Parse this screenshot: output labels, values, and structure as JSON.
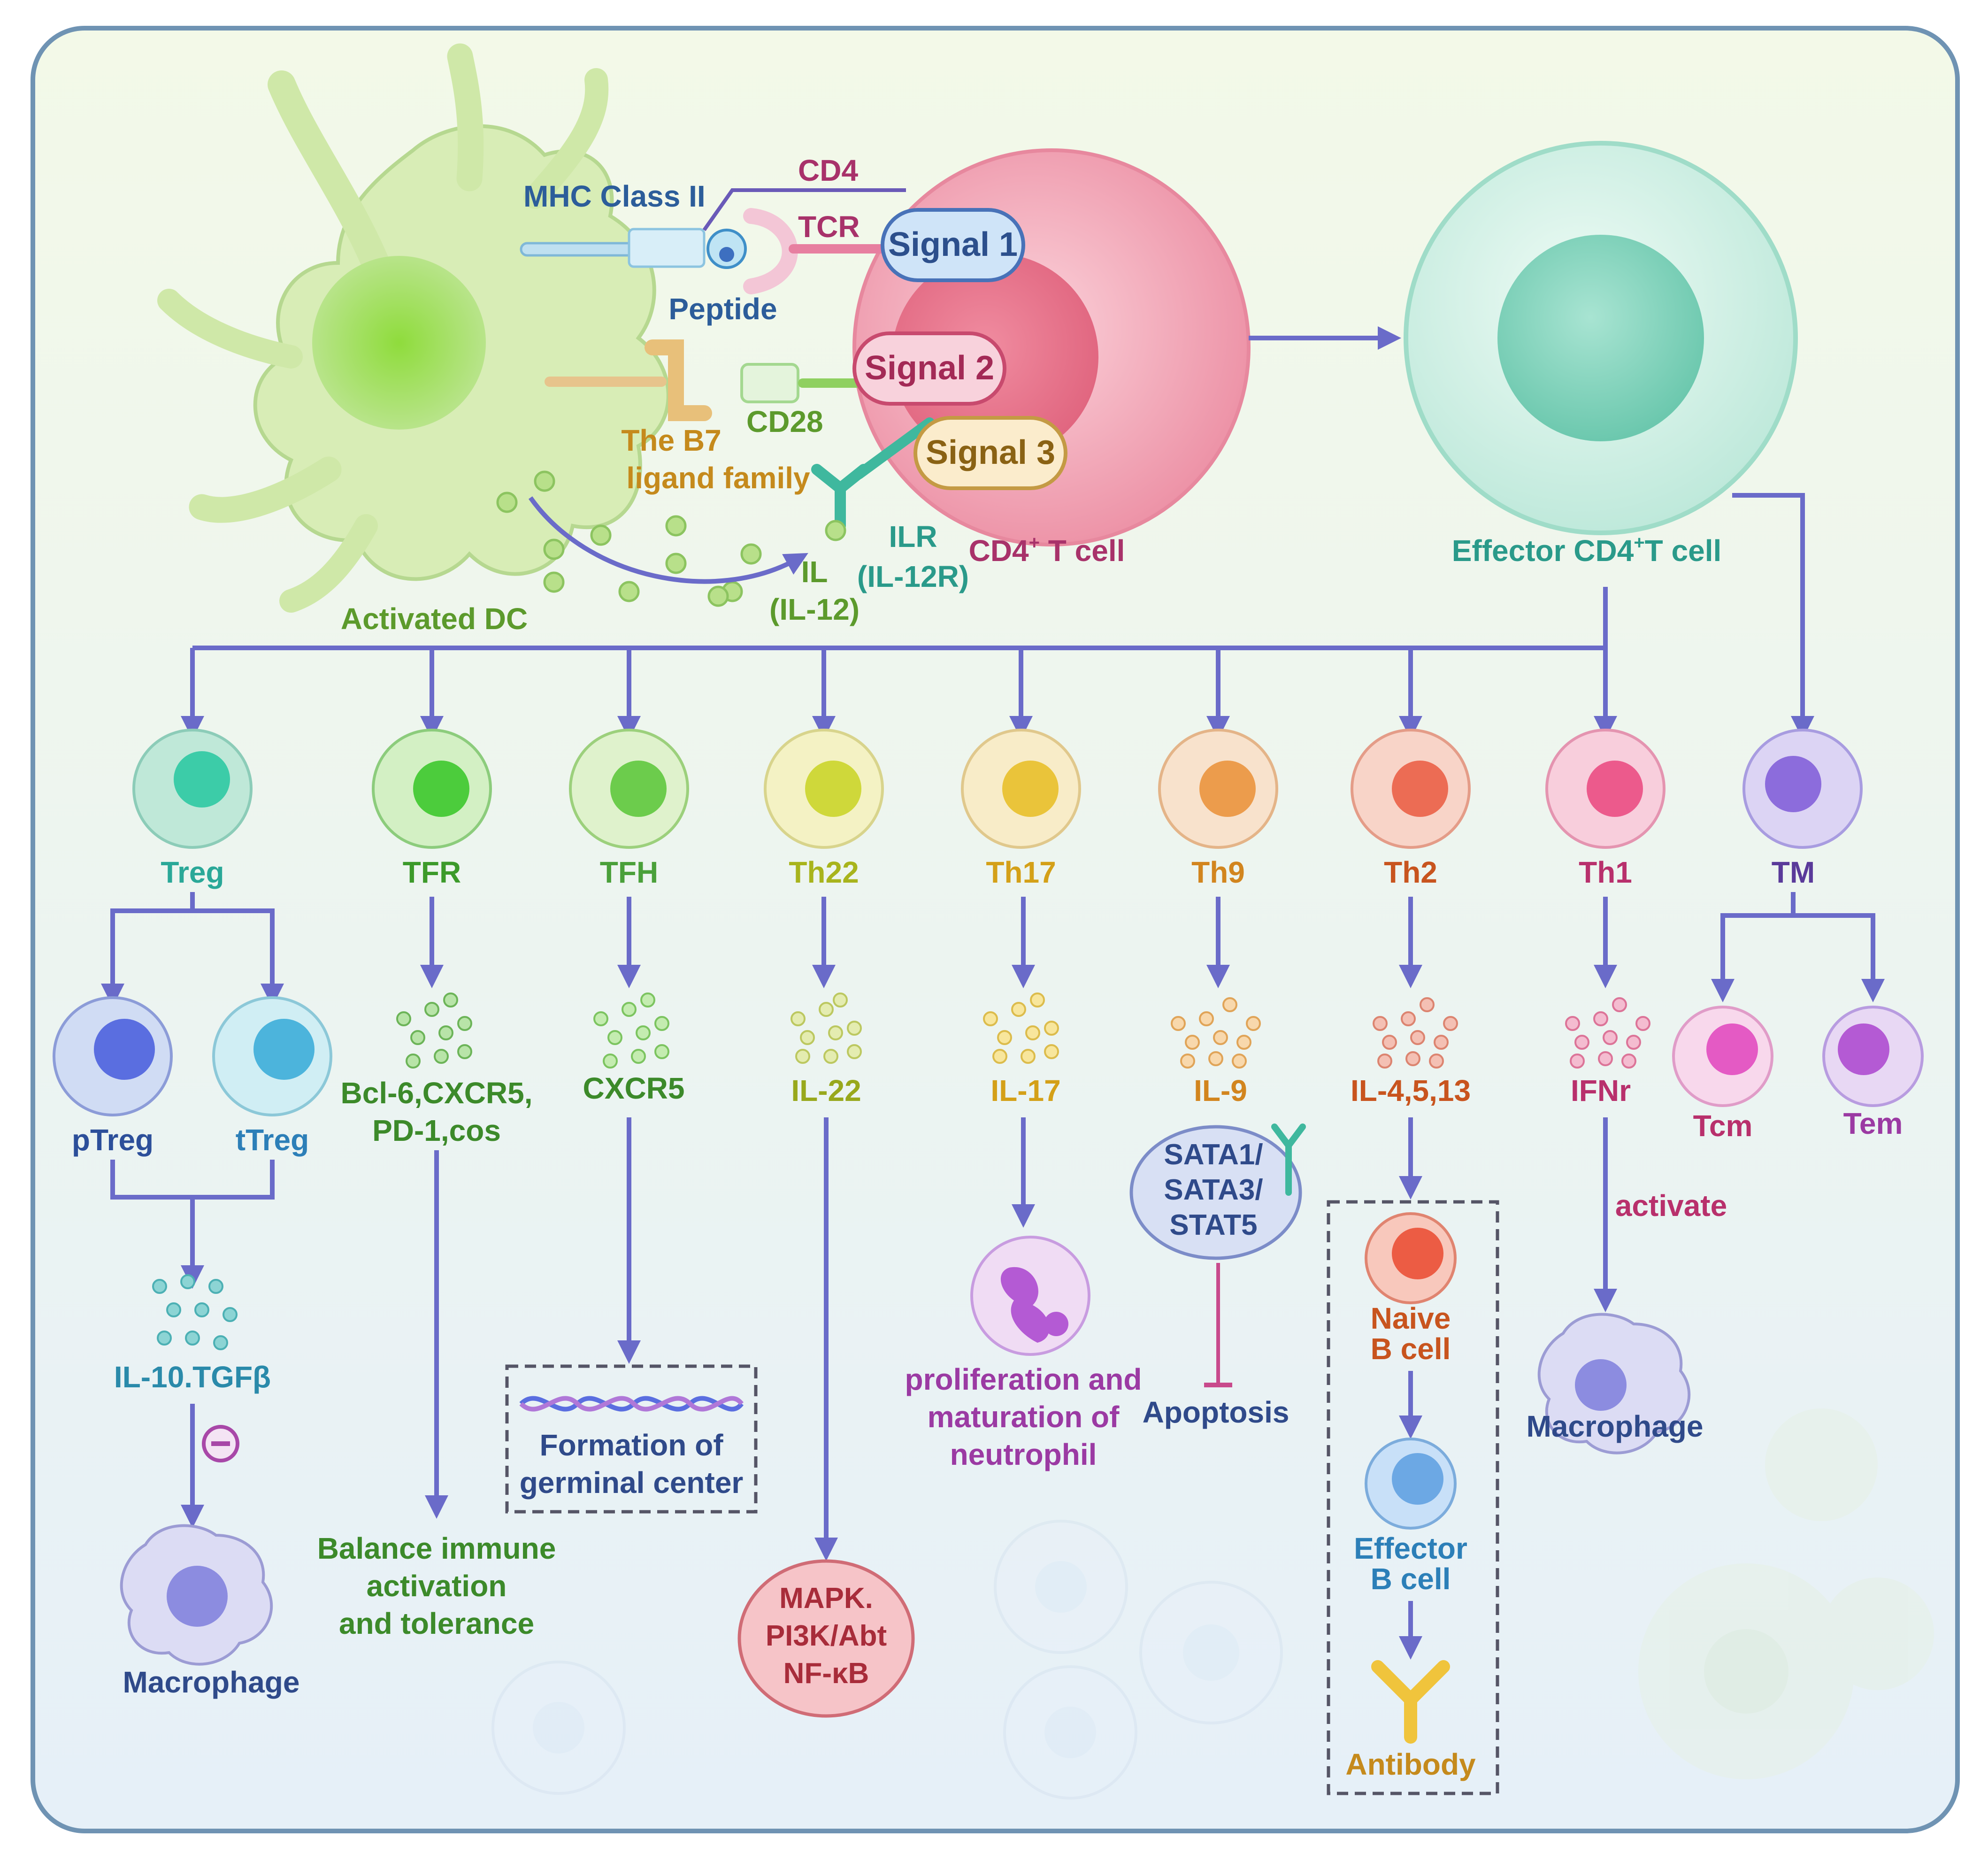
{
  "colors": {
    "arrow": "#6a6bc9",
    "frame": "#6f93b3",
    "bg_top": "#f1f8e6",
    "bg_bottom": "#e8f1f8",
    "dc_body": "#d6ecb1",
    "dc_nucleus": "#8ed24a",
    "t_cell": "#f2a8b6",
    "effector_cell": "#c8efe3",
    "label_blue": "#2c5d9a",
    "label_green": "#5c9a2c",
    "label_teal": "#2a9a8a",
    "label_orange": "#c58a1c",
    "label_crimson": "#a8326a",
    "label_purple": "#9b3aa3",
    "label_navy": "#2f4a8a"
  },
  "top": {
    "mhc": "MHC Class II",
    "cd4": "CD4",
    "tcr": "TCR",
    "peptide": "Peptide",
    "signal1": "Signal 1",
    "signal2": "Signal 2",
    "signal3": "Signal 3",
    "cd28": "CD28",
    "b7_l1": "The B7",
    "b7_l2": "ligand family",
    "ilr_l1": "ILR",
    "ilr_l2": "(IL-12R)",
    "il_l1": "IL",
    "il_l2": "(IL-12)",
    "dc_label": "Activated DC",
    "tcell_label": "CD4",
    "tcell_sup": "+",
    "tcell_rest": " T cell",
    "effector_label": "Effector CD4",
    "effector_sup": "+",
    "effector_rest": "T cell"
  },
  "subsets": [
    {
      "name": "Treg",
      "color": "#2aa898",
      "cell": "#bfe8d8",
      "nucleus": "#3ccca8"
    },
    {
      "name": "TFR",
      "color": "#3c9a2a",
      "cell": "#d3f0c4",
      "nucleus": "#4ccc3c"
    },
    {
      "name": "TFH",
      "color": "#4aa03a",
      "cell": "#dff2cc",
      "nucleus": "#6ccc4c"
    },
    {
      "name": "Th22",
      "color": "#a8b41c",
      "cell": "#f4f2c4",
      "nucleus": "#cfd83a"
    },
    {
      "name": "Th17",
      "color": "#d4a018",
      "cell": "#f8ecc8",
      "nucleus": "#eac43a"
    },
    {
      "name": "Th9",
      "color": "#d2851e",
      "cell": "#f8e2cc",
      "nucleus": "#ec9c4c"
    },
    {
      "name": "Th2",
      "color": "#c8541e",
      "cell": "#f8d4c8",
      "nucleus": "#ec6c54"
    },
    {
      "name": "Th1",
      "color": "#b8306c",
      "cell": "#f8cedc",
      "nucleus": "#ec5a8c"
    },
    {
      "name": "TM",
      "color": "#5a3a9a",
      "cell": "#dcd4f4",
      "nucleus": "#8c6cdc"
    }
  ],
  "branches": {
    "ptreg": "pTreg",
    "ttreg": "tTreg",
    "tcm": "Tcm",
    "tem": "Tem"
  },
  "cytokines": {
    "treg": "IL-10.TGFβ",
    "tfr_l1": "Bcl-6,CXCR5,",
    "tfr_l2": "PD-1,cos",
    "tfh": "CXCR5",
    "th22": "IL-22",
    "th17": "IL-17",
    "th9": "IL-9",
    "th2": "IL-4,5,13",
    "th1": "IFNr"
  },
  "outcomes": {
    "treg_macrophage": "Macrophage",
    "tfr_l1": "Balance immune",
    "tfr_l2": "activation",
    "tfr_l3": "and tolerance",
    "tfh_l1": "Formation of",
    "tfh_l2": "germinal center",
    "th22_l1": "MAPK.",
    "th22_l2": "PI3K/Abt",
    "th22_l3": "NF-κB",
    "th17_l1": "proliferation and",
    "th17_l2": "maturation of",
    "th17_l3": "neutrophil",
    "th9_stat_l1": "SATA1/",
    "th9_stat_l2": "SATA3/",
    "th9_stat_l3": "STAT5",
    "th9_apoptosis": "Apoptosis",
    "naive_b_l1": "Naive",
    "naive_b_l2": "B cell",
    "effector_b_l1": "Effector",
    "effector_b_l2": "B cell",
    "antibody": "Antibody",
    "th1_activate": "activate",
    "th1_macrophage": "Macrophage"
  }
}
